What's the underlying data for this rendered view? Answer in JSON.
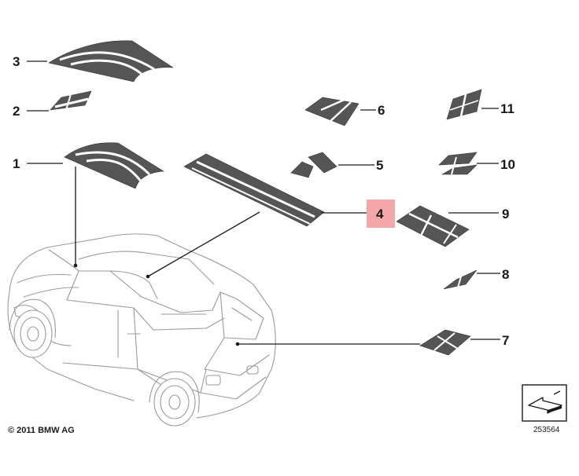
{
  "diagram": {
    "callouts": [
      {
        "id": "1",
        "label": "1"
      },
      {
        "id": "2",
        "label": "2"
      },
      {
        "id": "3",
        "label": "3"
      },
      {
        "id": "4",
        "label": "4"
      },
      {
        "id": "5",
        "label": "5"
      },
      {
        "id": "6",
        "label": "6"
      },
      {
        "id": "7",
        "label": "7"
      },
      {
        "id": "8",
        "label": "8"
      },
      {
        "id": "9",
        "label": "9"
      },
      {
        "id": "10",
        "label": "10"
      },
      {
        "id": "11",
        "label": "11"
      }
    ],
    "highlighted_callout": "4",
    "highlight_color": "#f4a7a7",
    "copyright": "© 2011 BMW AG",
    "diagram_number": "253564"
  }
}
